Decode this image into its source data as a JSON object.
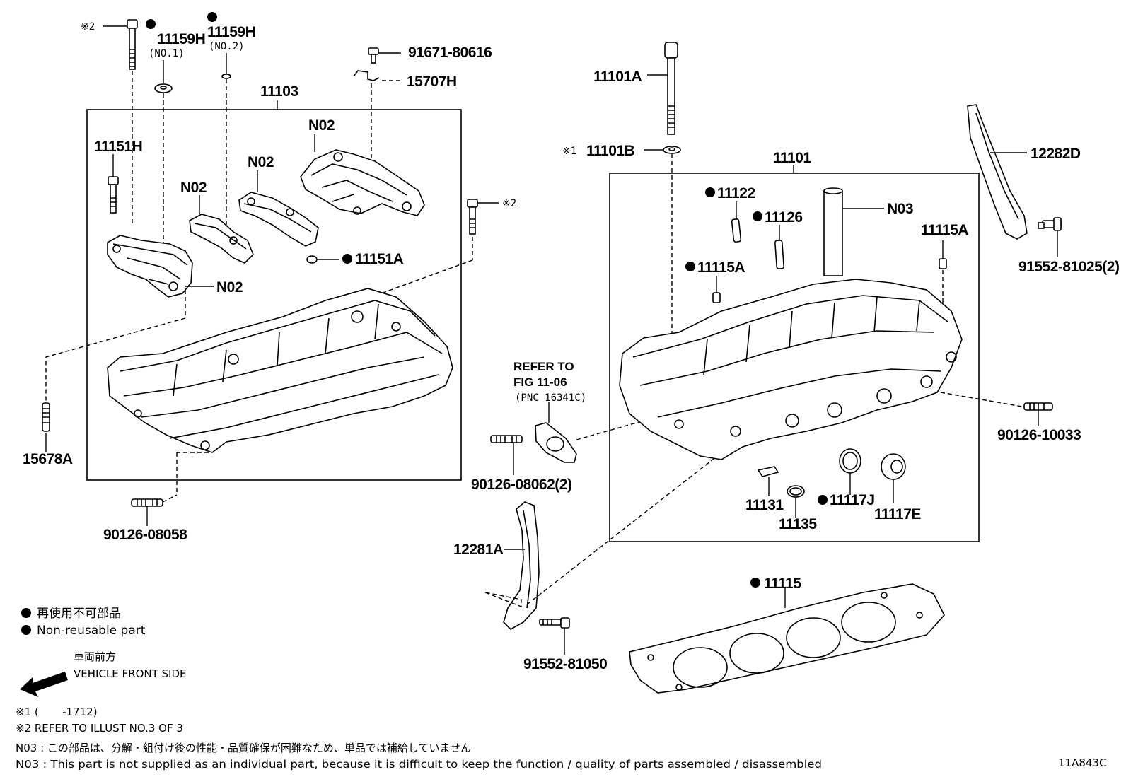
{
  "labels": {
    "p11159H_1": "11159H",
    "p11159H_1_sub": "(NO.1)",
    "p11159H_2": "11159H",
    "p11159H_2_sub": "(NO.2)",
    "p91671": "91671-80616",
    "p15707H": "15707H",
    "p11103": "11103",
    "p11151H": "11151H",
    "n02_a": "N02",
    "n02_b": "N02",
    "n02_c": "N02",
    "n02_d": "N02",
    "p11151A": "11151A",
    "p15678A": "15678A",
    "p90126_08058": "90126-08058",
    "p11101A": "11101A",
    "p11101B": "11101B",
    "p11101": "11101",
    "p12282D": "12282D",
    "p11122": "11122",
    "p11126": "11126",
    "n03": "N03",
    "p11115A_a": "11115A",
    "p11115A_b": "11115A",
    "p91552_81025": "91552-81025(2)",
    "refer_1": "REFER TO",
    "refer_2": "FIG 11-06",
    "refer_3": "(PNC 16341C)",
    "p90126_08062": "90126-08062(2)",
    "p90126_10033": "90126-10033",
    "p11131": "11131",
    "p11135": "11135",
    "p11117J": "11117J",
    "p11117E": "11117E",
    "p12281A": "12281A",
    "p11115": "11115",
    "p91552_81050": "91552-81050",
    "mark2_a": "※2",
    "mark2_b": "※2",
    "mark1": "※1",
    "diagram_id": "11A843C"
  },
  "legend": {
    "jp": "再使用不可部品",
    "en": "Non-reusable part"
  },
  "direction": {
    "jp": "車両前方",
    "en": "VEHICLE FRONT SIDE"
  },
  "footnotes": {
    "f1": "※1 (       -1712)",
    "f2": "※2 REFER TO ILLUST NO.3 OF 3",
    "f3": "N03 : この部品は、分解・組付け後の性能・品質確保が困難なため、単品では補給していません",
    "f4": "N03 : This part is not supplied as an individual part, because it is difficult to keep the function / quality of parts  assembled / disassembled"
  }
}
